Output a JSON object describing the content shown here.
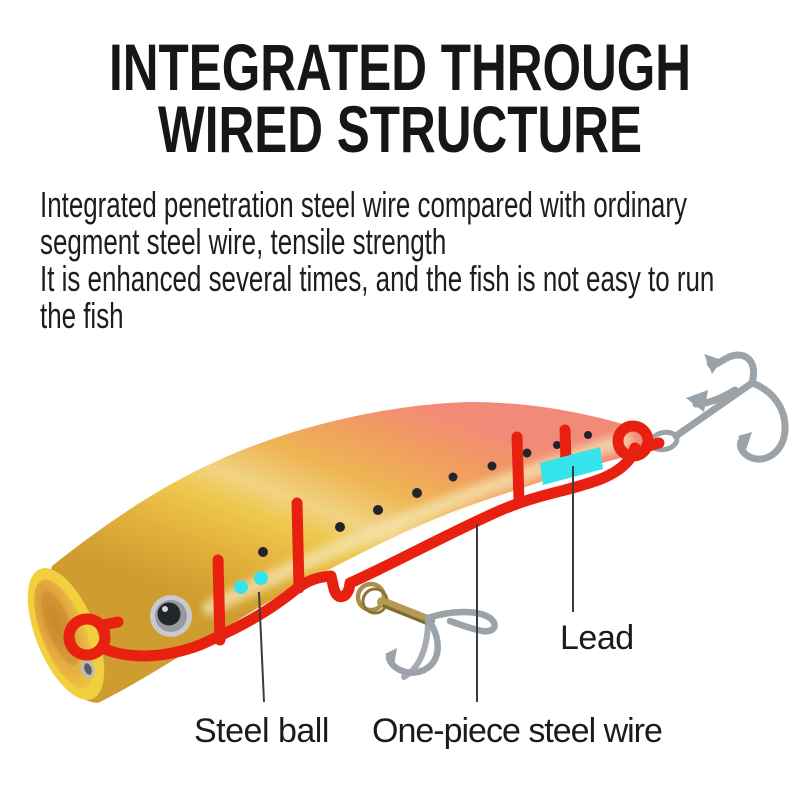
{
  "title": {
    "line1": "INTEGRATED THROUGH",
    "line2": "WIRED STRUCTURE"
  },
  "description": {
    "lines": [
      "Integrated penetration steel wire compared with ordinary",
      "segment steel wire, tensile strength",
      "It is enhanced several times, and the fish is not easy to run",
      "the fish"
    ]
  },
  "annotations": {
    "lead": {
      "label": "Lead",
      "target": "lead-weight"
    },
    "steel_ball": {
      "label": "Steel ball",
      "target": "steel-ball"
    },
    "one_piece_steel_wire": {
      "label": "One-piece steel wire",
      "target": "through-wire"
    }
  },
  "colors": {
    "background": "#ffffff",
    "text": "#1b1b1b",
    "wire_red": "#e8200f",
    "lead_cyan": "#35e3ea",
    "body_pink": "#f28a78",
    "body_yellow": "#eec84d",
    "hook_silver": "#9ba2a8",
    "hook_bronze": "#a88f4c"
  }
}
